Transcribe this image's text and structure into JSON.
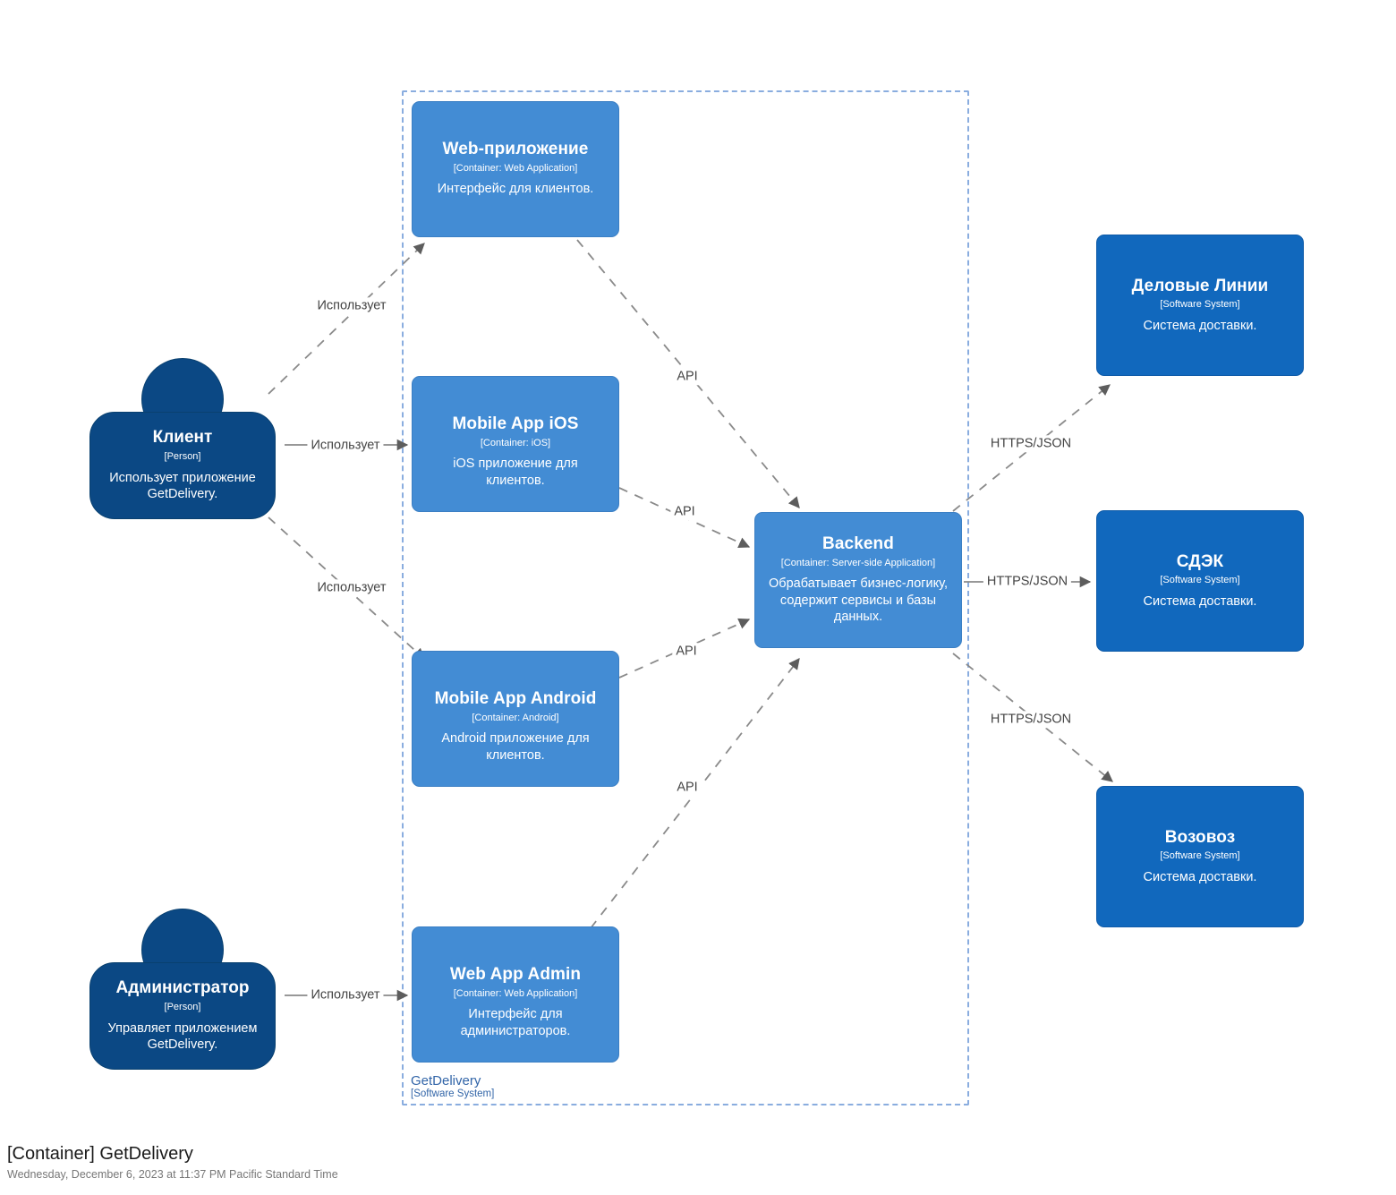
{
  "diagram": {
    "title": "[Container] GetDelivery",
    "subtitle": "Wednesday, December 6, 2023 at 11:37 PM Pacific Standard Time",
    "type": "c4-container-diagram",
    "colors": {
      "container": "#438CD4",
      "external_system": "#1168BD",
      "person": "#0B4884",
      "boundary_stroke": "#8AADDF",
      "boundary_text": "#3265A8",
      "edge": "#707070",
      "edge_label": "#444444",
      "background": "#FFFFFF"
    }
  },
  "boundary": {
    "name": "GetDelivery",
    "type": "[Software System]"
  },
  "people": [
    {
      "id": "client",
      "name": "Клиент",
      "type": "[Person]",
      "description": "Использует приложение GetDelivery."
    },
    {
      "id": "admin",
      "name": "Администратор",
      "type": "[Person]",
      "description": "Управляет приложением GetDelivery."
    }
  ],
  "containers": [
    {
      "id": "webapp",
      "name": "Web-приложение",
      "type": "[Container: Web Application]",
      "description": "Интерфейс для клиентов."
    },
    {
      "id": "ios",
      "name": "Mobile App iOS",
      "type": "[Container: iOS]",
      "description": "iOS приложение для клиентов."
    },
    {
      "id": "android",
      "name": "Mobile App Android",
      "type": "[Container: Android]",
      "description": "Android приложение для клиентов."
    },
    {
      "id": "backend",
      "name": "Backend",
      "type": "[Container: Server-side Application]",
      "description": "Обрабатывает бизнес-логику, содержит сервисы и базы данных."
    },
    {
      "id": "webadmin",
      "name": "Web App Admin",
      "type": "[Container: Web Application]",
      "description": "Интерфейс для администраторов."
    }
  ],
  "external_systems": [
    {
      "id": "dellin",
      "name": "Деловые Линии",
      "type": "[Software System]",
      "description": "Система доставки."
    },
    {
      "id": "cdek",
      "name": "СДЭК",
      "type": "[Software System]",
      "description": "Система доставки."
    },
    {
      "id": "vozovoz",
      "name": "Возовоз",
      "type": "[Software System]",
      "description": "Система доставки."
    }
  ],
  "relationships": [
    {
      "id": "r1",
      "from": "client",
      "to": "webapp",
      "label": "Использует"
    },
    {
      "id": "r2",
      "from": "client",
      "to": "ios",
      "label": "Использует"
    },
    {
      "id": "r3",
      "from": "client",
      "to": "android",
      "label": "Использует"
    },
    {
      "id": "r4",
      "from": "admin",
      "to": "webadmin",
      "label": "Использует"
    },
    {
      "id": "r5",
      "from": "webapp",
      "to": "backend",
      "label": "API"
    },
    {
      "id": "r6",
      "from": "ios",
      "to": "backend",
      "label": "API"
    },
    {
      "id": "r7",
      "from": "android",
      "to": "backend",
      "label": "API"
    },
    {
      "id": "r8",
      "from": "webadmin",
      "to": "backend",
      "label": "API"
    },
    {
      "id": "r9",
      "from": "backend",
      "to": "dellin",
      "label": "HTTPS/JSON"
    },
    {
      "id": "r10",
      "from": "backend",
      "to": "cdek",
      "label": "HTTPS/JSON"
    },
    {
      "id": "r11",
      "from": "backend",
      "to": "vozovoz",
      "label": "HTTPS/JSON"
    }
  ]
}
